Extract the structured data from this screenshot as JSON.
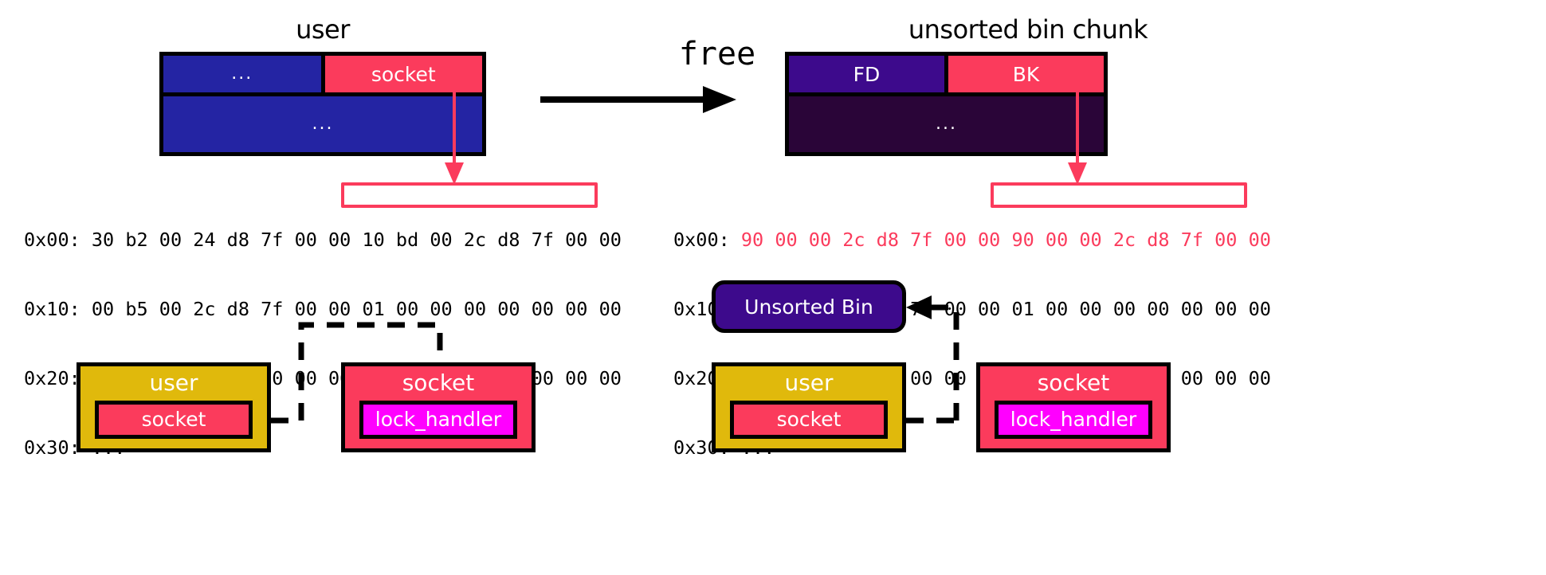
{
  "diagram": {
    "title_left": "user",
    "title_right": "unsorted bin chunk",
    "transition_label": "free"
  },
  "colors": {
    "blue": "#2424a3",
    "pink": "#fb3b5c",
    "dark_purple_fd": "#3d0a8c",
    "dark_purple_body": "#2a0538",
    "yellow": "#e0b90c",
    "magenta": "#ff00ff",
    "black": "#000000",
    "white": "#ffffff",
    "highlight_red": "#fb3b5c"
  },
  "left_chunk": {
    "header_left_label": "...",
    "header_right_label": "socket",
    "body_label": "..."
  },
  "right_chunk": {
    "header_left_label": "FD",
    "header_right_label": "BK",
    "body_label": "..."
  },
  "left_hexdump": {
    "lines": [
      {
        "offset": "0x00:",
        "pre": "30 b2 00 24 d8 7f 00 00",
        "highlighted": "10 bd 00 2c d8 7f 00 00",
        "red": false
      },
      {
        "offset": "0x10:",
        "pre": "00 b5 00 2c d8 7f 00 00",
        "highlighted": "01 00 00 00 00 00 00 00",
        "red": false
      },
      {
        "offset": "0x20:",
        "pre": "00 00 00 00 00 00 00 00",
        "highlighted": "00 00 00 00 00 00 00 00",
        "red": false
      },
      {
        "offset": "0x30:",
        "pre": "...",
        "highlighted": "",
        "red": false
      }
    ]
  },
  "right_hexdump": {
    "lines": [
      {
        "offset": "0x00:",
        "pre": "90 00 00 2c d8 7f 00 00",
        "highlighted": "90 00 00 2c d8 7f 00 00",
        "red": true
      },
      {
        "offset": "0x10:",
        "pre": "00 b5 00 2c d8 7f 00 00",
        "highlighted": "01 00 00 00 00 00 00 00",
        "red": false
      },
      {
        "offset": "0x20:",
        "pre": "00 00 00 00 00 00 00 00",
        "highlighted": "00 00 00 00 00 00 00 00",
        "red": false
      },
      {
        "offset": "0x30:",
        "pre": "...",
        "highlighted": "",
        "red": false
      }
    ]
  },
  "bottom_left": {
    "user_box": {
      "title": "user",
      "inner_label": "socket"
    },
    "socket_box": {
      "title": "socket",
      "inner_label": "lock_handler"
    }
  },
  "bottom_right": {
    "bin_box": {
      "label": "Unsorted Bin"
    },
    "user_box": {
      "title": "user",
      "inner_label": "socket"
    },
    "socket_box": {
      "title": "socket",
      "inner_label": "lock_handler"
    }
  }
}
